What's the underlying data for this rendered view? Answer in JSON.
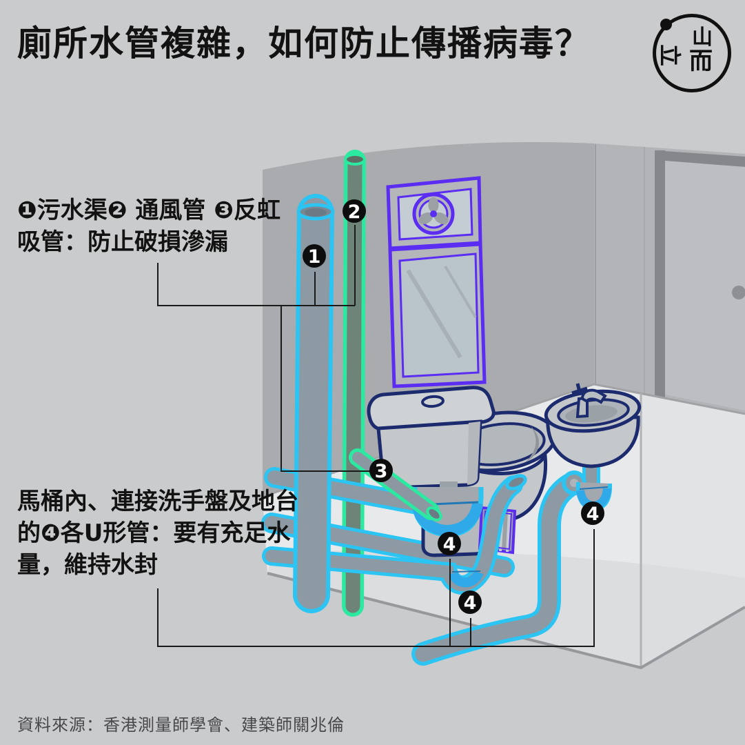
{
  "title": "廁所水管複雜，如何防止傳播病毒？",
  "logo": {
    "glyph_top": "山",
    "glyph_mid": "而",
    "glyph_side": "立"
  },
  "annotations": {
    "block1_lines": [
      "❶污水渠❷ 通風管 ❸反虹",
      "吸管：防止破損滲漏"
    ],
    "block2_lines": [
      "馬桶內、連接洗手盤及地台",
      "的❹各U形管：要有充足水",
      "量，維持水封"
    ]
  },
  "badges": [
    "1",
    "2",
    "3",
    "4",
    "4",
    "4"
  ],
  "legend": {
    "badge1_meaning": "污水渠",
    "badge2_meaning": "通風管",
    "badge3_meaning": "反虹吸管",
    "badge4_meaning": "U形管"
  },
  "source": "資料來源：香港測量師學會、建築師關兆倫",
  "colors": {
    "background": "#cacbcc",
    "wall_dark": "#a9abae",
    "cyan_pipe_outline": "#2cc4f2",
    "green_pipe_outline": "#2ce9a1",
    "purple_fixture": "#5b2cf2",
    "navy_outline": "#1c2a6e",
    "water_blue": "#2fa9e8",
    "badge_black": "#0d0d0d"
  }
}
